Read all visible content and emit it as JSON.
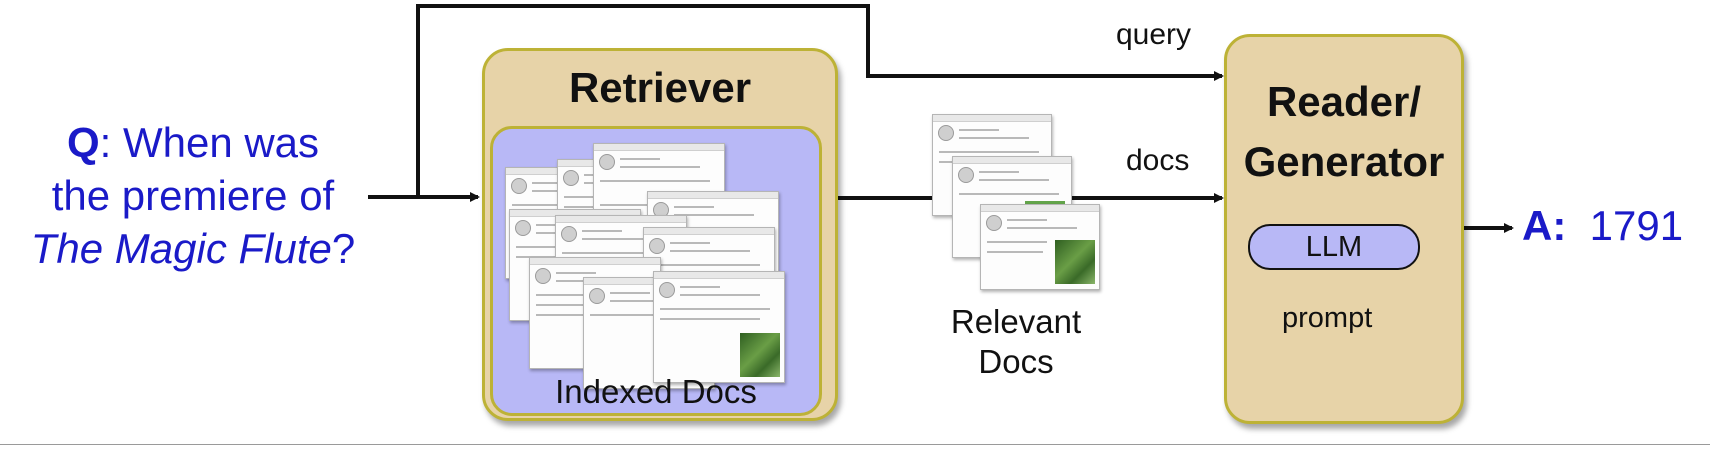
{
  "question": {
    "prefix": "Q",
    "line1_rest": ": When was",
    "line2": "the premiere of",
    "title_italic": "The Magic Flute",
    "end": "?"
  },
  "retriever": {
    "title": "Retriever",
    "index_label": "Indexed Docs"
  },
  "edges": {
    "query_label": "query",
    "docs_label": "docs"
  },
  "relevant_docs": {
    "line1": "Relevant",
    "line2": "Docs"
  },
  "reader": {
    "title_line1": "Reader/",
    "title_line2": "Generator",
    "llm_label": "LLM",
    "prompt_label": "prompt"
  },
  "answer": {
    "prefix": "A:",
    "value": "1791"
  },
  "colors": {
    "question_text": "#1a1ac8",
    "box_fill": "#e7d3a8",
    "box_border": "#bdb236",
    "index_fill": "#b8b8f6",
    "llm_fill": "#b8b8f6"
  },
  "icons": [
    "wikipedia-page-icon"
  ]
}
